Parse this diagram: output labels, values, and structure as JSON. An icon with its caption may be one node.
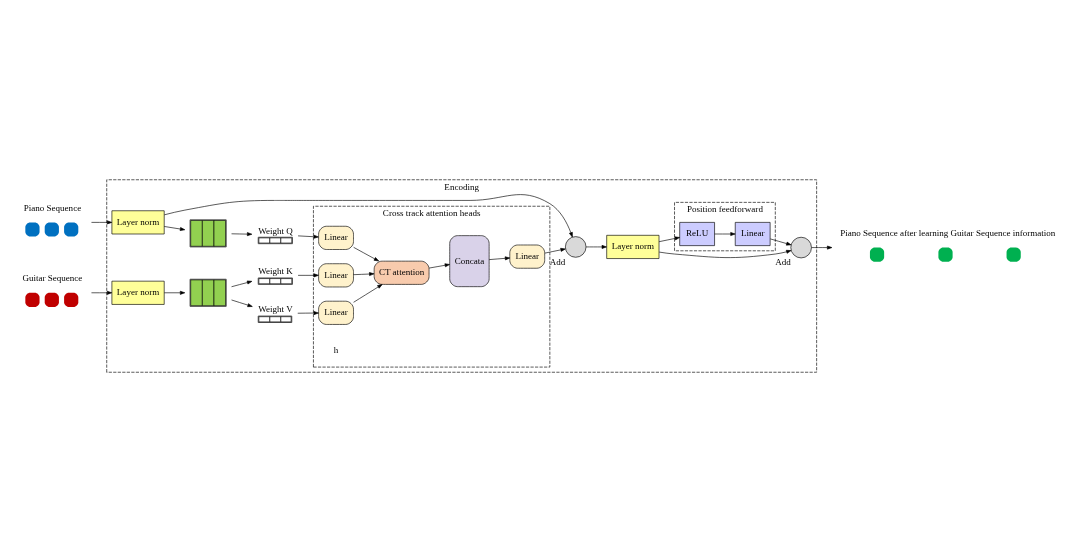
{
  "diagram": {
    "nodes": [
      {
        "text": [
          "Encoding"
        ]
      },
      {
        "text": [
          "Piano Sequence"
        ]
      },
      {
        "text": [
          "Guitar Sequence"
        ]
      },
      {
        "text": [
          "Layer norm"
        ],
        "in": 0
      },
      {
        "text": [
          "Layer norm"
        ],
        "in": 0
      },
      {
        "text": [],
        "shape": "box",
        "in": 0
      },
      {
        "text": [],
        "shape": "box",
        "in": 0
      },
      {
        "text": [
          "Weight Q"
        ],
        "in": 0
      },
      {
        "text": [
          "Weight K"
        ],
        "in": 0
      },
      {
        "text": [
          "Weight V"
        ],
        "in": 0
      },
      {
        "text": [
          "Cross track attention heads"
        ],
        "in": 0
      },
      {
        "text": [
          "Linear"
        ],
        "in": 10
      },
      {
        "text": [
          "Linear"
        ],
        "in": 10
      },
      {
        "text": [
          "Linear"
        ],
        "in": 10
      },
      {
        "text": [
          "CT attention"
        ],
        "in": 10
      },
      {
        "text": [
          "Concata"
        ],
        "in": 10
      },
      {
        "text": [
          "Linear"
        ],
        "in": 10
      },
      {
        "text": [
          "Piano Sequence after learning Guitar Sequence information"
        ]
      },
      {
        "text": [
          "Add"
        ],
        "in": 0
      },
      {
        "text": [
          "Position feedforward"
        ],
        "in": 0
      },
      {
        "text": [
          "Linear"
        ],
        "in": 19
      },
      {
        "text": [
          "ReLU"
        ],
        "in": 19
      },
      {
        "text": [
          "Layer norm"
        ],
        "in": 0
      },
      {
        "text": [
          "Add"
        ],
        "in": 0
      }
    ],
    "edges": [
      {
        "from": 1,
        "to": 3,
        "arrow": "to"
      },
      {
        "from": 2,
        "to": 4,
        "arrow": "to"
      },
      {
        "from": 3,
        "to": 5,
        "arrow": "to"
      },
      {
        "from": 4,
        "to": 6,
        "arrow": "to"
      },
      {
        "from": 5,
        "to": 7,
        "arrow": "to"
      },
      {
        "from": 6,
        "to": 8,
        "arrow": "to"
      },
      {
        "from": 6,
        "to": 9,
        "arrow": "to"
      },
      {
        "from": 7,
        "to": 11,
        "arrow": "to"
      },
      {
        "from": 8,
        "to": 12,
        "arrow": "to"
      },
      {
        "from": 9,
        "to": 13,
        "arrow": "to"
      },
      {
        "from": 11,
        "to": 14,
        "arrow": "to"
      },
      {
        "from": 12,
        "to": 14,
        "arrow": "to"
      },
      {
        "from": 13,
        "to": 14,
        "arrow": "to"
      },
      {
        "from": 14,
        "to": 15,
        "arrow": "to"
      },
      {
        "from": 15,
        "to": 16,
        "arrow": "to"
      },
      {
        "from": 16,
        "to": 23,
        "arrow": "to"
      },
      {
        "from": 3,
        "to": 23,
        "arrow": "to"
      },
      {
        "from": 23,
        "to": 22,
        "arrow": "to"
      },
      {
        "from": 22,
        "to": 21,
        "arrow": "to"
      },
      {
        "from": 21,
        "to": 20,
        "arrow": "to"
      },
      {
        "from": 20,
        "to": 18,
        "arrow": "to"
      },
      {
        "from": 22,
        "to": 18,
        "arrow": "to"
      },
      {
        "from": 18,
        "to": 17,
        "arrow": "to"
      }
    ],
    "labels": [
      "h"
    ]
  }
}
